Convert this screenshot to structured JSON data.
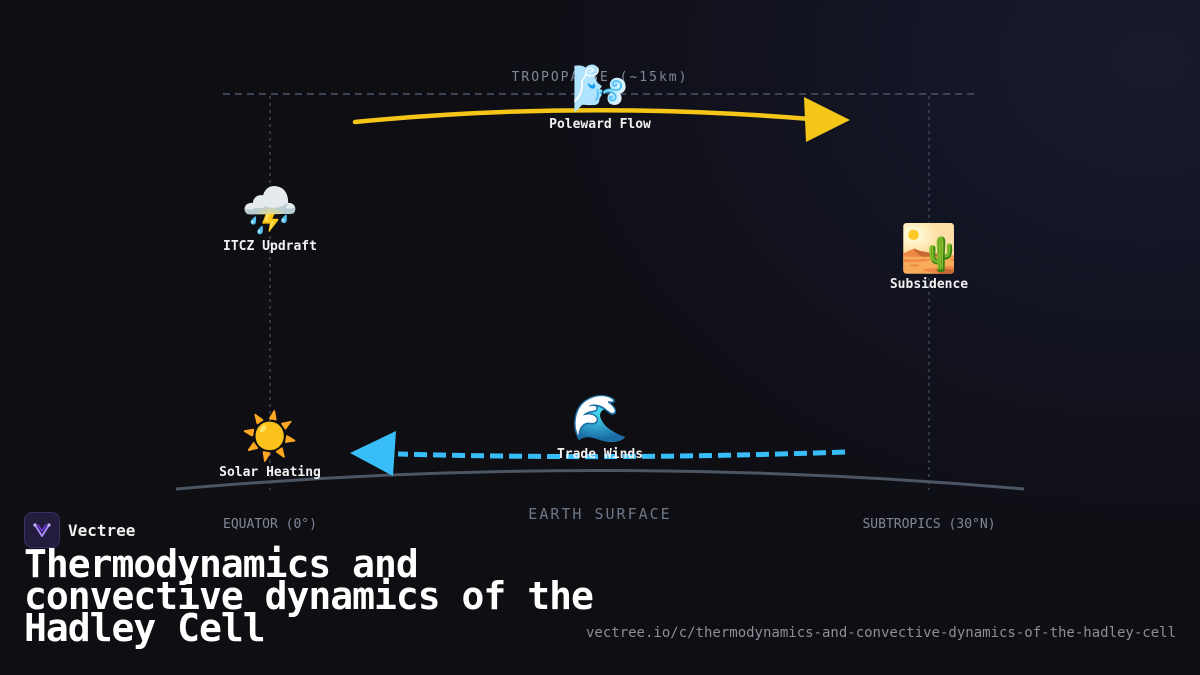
{
  "diagram": {
    "tropopause_label": "TROPOPAUSE (~15km)",
    "surface_label": "EARTH SURFACE",
    "equator_label": "EQUATOR (0°)",
    "subtropics_label": "SUBTROPICS (30°N)",
    "nodes": {
      "poleward": {
        "icon": "wind-icon",
        "emoji": "🌬️",
        "label": "Poleward Flow"
      },
      "itcz": {
        "icon": "thunderstorm-icon",
        "emoji": "⛈️",
        "label": "ITCZ Updraft"
      },
      "subsidence": {
        "icon": "desert-icon",
        "emoji": "🏜️",
        "label": "Subsidence"
      },
      "solar": {
        "icon": "sun-icon",
        "emoji": "☀️",
        "label": "Solar Heating"
      },
      "trade": {
        "icon": "wave-icon",
        "emoji": "🌊",
        "label": "Trade Winds"
      }
    },
    "colors": {
      "poleward_arrow": "#f5c518",
      "trade_arrow": "#38bdf8",
      "surface_line": "#4b5563",
      "guide_line": "#3b4556"
    }
  },
  "footer": {
    "brand_name": "Vectree",
    "brand_icon": "vectree-logo-icon",
    "title": "Thermodynamics and convective dynamics of the Hadley Cell",
    "url": "vectree.io/c/thermodynamics-and-convective-dynamics-of-the-hadley-cell"
  }
}
